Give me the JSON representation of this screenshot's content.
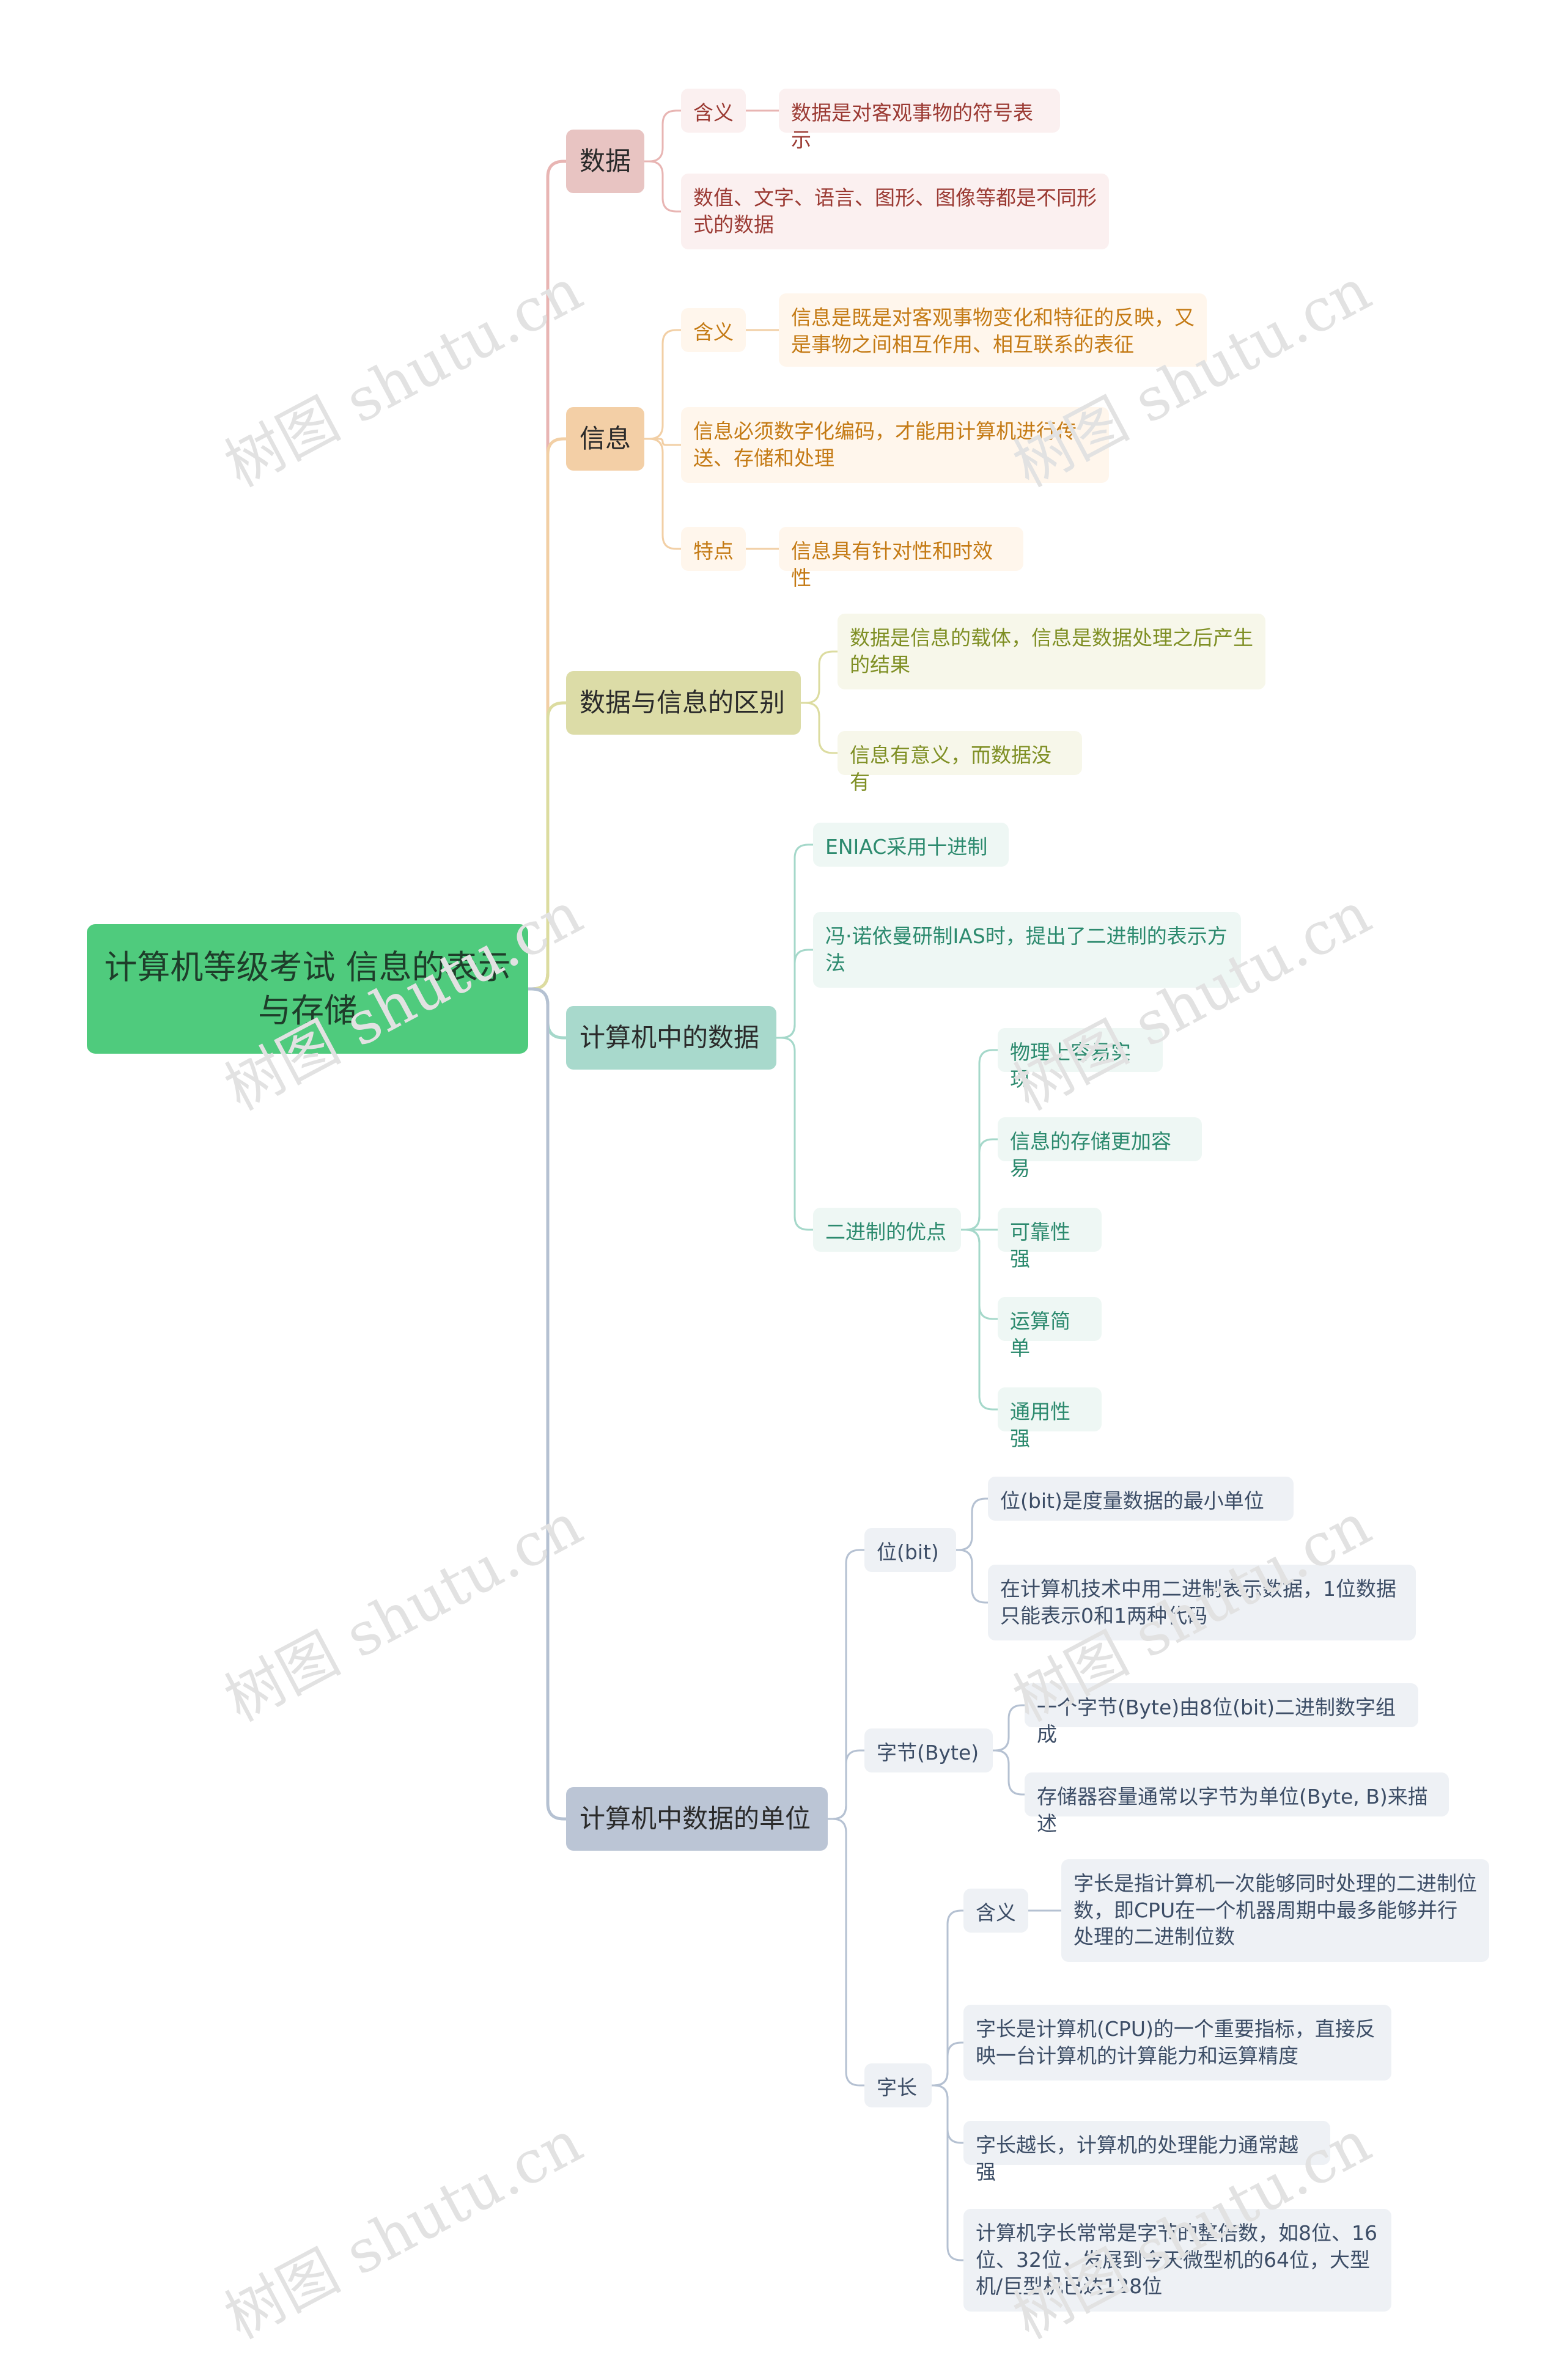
{
  "root": {
    "title": "计算机等级考试 信息的表示与存储"
  },
  "colors": {
    "data": {
      "fill": "#e8c4c2",
      "light": "#fbf0f0",
      "text": "#9b3a33",
      "line": "#e8b5b3"
    },
    "info": {
      "fill": "#f3cfa6",
      "light": "#fff6ec",
      "text": "#c47a14",
      "line": "#f2cfa5"
    },
    "diff": {
      "fill": "#dcdca7",
      "light": "#f7f7ea",
      "text": "#7f8f24",
      "line": "#dcdca0"
    },
    "computer": {
      "fill": "#a8d9cc",
      "light": "#eef7f4",
      "text": "#2c8a6e",
      "line": "#a5d8ca"
    },
    "unit": {
      "fill": "#bbc5d5",
      "light": "#eef1f5",
      "text": "#3c4d66",
      "line": "#b5c1d2"
    }
  },
  "branches": {
    "data": {
      "title": "数据",
      "meaning_label": "含义",
      "meaning_text": "数据是对客观事物的符号表示",
      "forms": "数值、文字、语言、图形、图像等都是不同形式的数据"
    },
    "info": {
      "title": "信息",
      "meaning_label": "含义",
      "meaning_text": "信息是既是对客观事物变化和特征的反映，又是事物之间相互作用、相互联系的表征",
      "digital": "信息必须数字化编码，才能用计算机进行传送、存储和处理",
      "feature_label": "特点",
      "feature_text": "信息具有针对性和时效性"
    },
    "diff": {
      "title": "数据与信息的区别",
      "item1": "数据是信息的载体，信息是数据处理之后产生的结果",
      "item2": "信息有意义，而数据没有"
    },
    "computer": {
      "title": "计算机中的数据",
      "eniac": "ENIAC采用十进制",
      "ias": "冯·诺依曼研制IAS时，提出了二进制的表示方法",
      "binary_label": "二进制的优点",
      "adv": [
        "物理上容易实现",
        "信息的存储更加容易",
        "可靠性强",
        "运算简单",
        "通用性强"
      ]
    },
    "unit": {
      "title": "计算机中数据的单位",
      "bit_label": "位(bit)",
      "bit1": "位(bit)是度量数据的最小单位",
      "bit2": "在计算机技术中用二进制表示数据，1位数据只能表示0和1两种代码",
      "byte_label": "字节(Byte)",
      "byte1": "一个字节(Byte)由8位(bit)二进制数字组成",
      "byte2": "存储器容量通常以字节为单位(Byte, B)来描述",
      "word_label": "字长",
      "word_meaning_label": "含义",
      "word_meaning": "字长是指计算机一次能够同时处理的二进制位数，即CPU在一个机器周期中最多能够并行处理的二进制位数",
      "word2": "字长是计算机(CPU)的一个重要指标，直接反映一台计算机的计算能力和运算精度",
      "word3": "字长越长，计算机的处理能力通常越强",
      "word4": "计算机字长常常是字节的整倍数，如8位、16位、32位，发展到今天微型机的64位，大型机/巨型机已达128位"
    }
  },
  "watermark": "树图 shutu.cn"
}
